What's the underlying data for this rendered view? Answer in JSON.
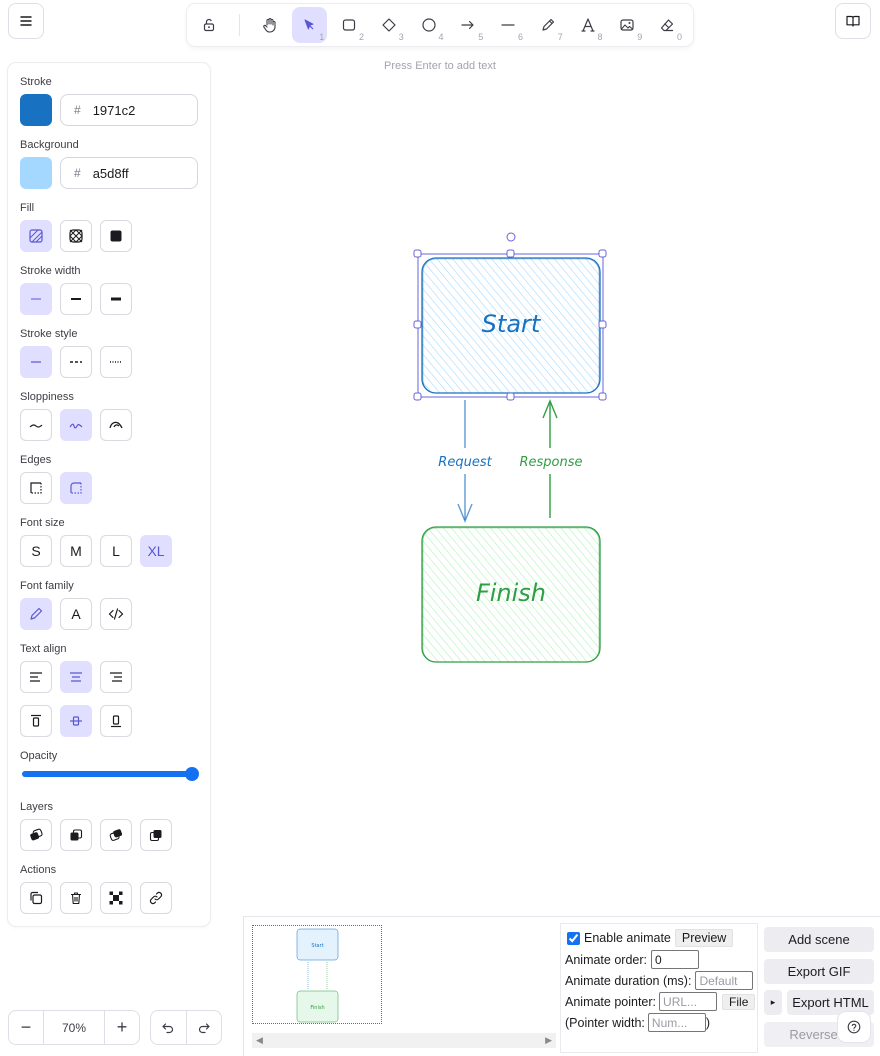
{
  "toolbar": {
    "tools": [
      {
        "name": "lock",
        "key": ""
      },
      {
        "name": "hand",
        "key": ""
      },
      {
        "name": "selection",
        "key": "1"
      },
      {
        "name": "rectangle",
        "key": "2"
      },
      {
        "name": "diamond",
        "key": "3"
      },
      {
        "name": "ellipse",
        "key": "4"
      },
      {
        "name": "arrow",
        "key": "5"
      },
      {
        "name": "line",
        "key": "6"
      },
      {
        "name": "draw",
        "key": "7"
      },
      {
        "name": "text",
        "key": "8"
      },
      {
        "name": "image",
        "key": "9"
      },
      {
        "name": "eraser",
        "key": "0"
      }
    ],
    "active_tool": "selection"
  },
  "hint": "Press Enter to add text",
  "panel": {
    "stroke_label": "Stroke",
    "stroke_color": "#1971c2",
    "stroke_hash": "#",
    "stroke_hex": "1971c2",
    "background_label": "Background",
    "background_color": "#a5d8ff",
    "background_hash": "#",
    "background_hex": "a5d8ff",
    "fill_label": "Fill",
    "stroke_width_label": "Stroke width",
    "stroke_style_label": "Stroke style",
    "sloppiness_label": "Sloppiness",
    "edges_label": "Edges",
    "font_size_label": "Font size",
    "font_sizes": [
      "S",
      "M",
      "L",
      "XL"
    ],
    "font_family_label": "Font family",
    "font_family_text_glyph": "A",
    "text_align_label": "Text align",
    "opacity_label": "Opacity",
    "opacity_value": 100,
    "layers_label": "Layers",
    "actions_label": "Actions"
  },
  "canvas": {
    "start_label": "Start",
    "finish_label": "Finish",
    "request_label": "Request",
    "response_label": "Response",
    "start_stroke": "#1971c2",
    "start_fill": "#a5d8ff",
    "finish_stroke": "#2f9e44",
    "finish_fill": "#b2f2bb"
  },
  "zoom": {
    "minus": "−",
    "value": "70%",
    "plus": "+"
  },
  "animate": {
    "enable_label": "Enable animate",
    "enable_checked": true,
    "preview_label": "Preview",
    "order_label": "Animate order:",
    "order_value": "0",
    "duration_label": "Animate duration (ms):",
    "duration_placeholder": "Default",
    "pointer_label": "Animate pointer:",
    "pointer_placeholder": "URL...",
    "file_label": "File",
    "pointer_width_open": "(Pointer width:",
    "pointer_width_placeholder": "Num...",
    "pointer_width_close": ")"
  },
  "side_buttons": {
    "add_scene": "Add scene",
    "export_gif": "Export GIF",
    "toggle": "▸",
    "export_html": "Export HTML",
    "reverse": "Reverse o"
  },
  "thumbnail": {
    "start_label": "Start",
    "finish_label": "Finish"
  }
}
